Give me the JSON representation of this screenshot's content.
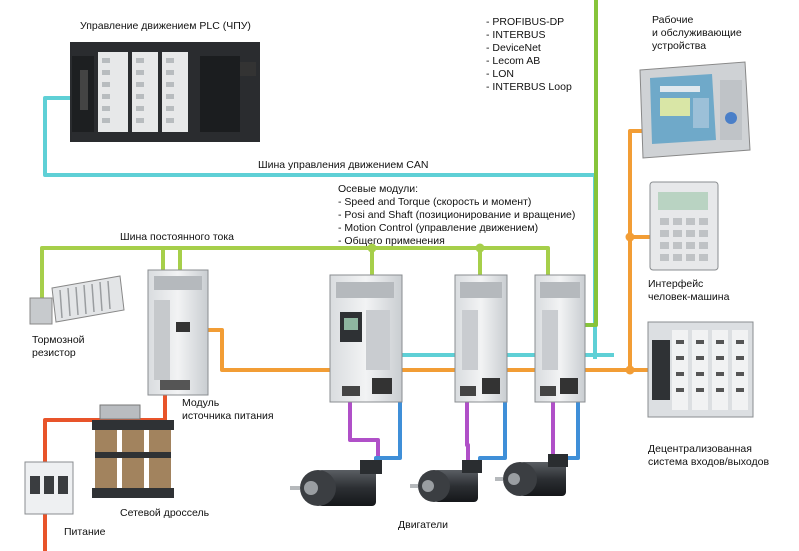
{
  "labels": {
    "plc": "Управление движением PLC (ЧПУ)",
    "fieldbus": [
      "- PROFIBUS-DP",
      "- INTERBUS",
      "- DeviceNet",
      "- Lecom AB",
      "- LON",
      "- INTERBUS Loop"
    ],
    "operator_panel": [
      "Рабочие",
      "и обслуживающие",
      "устройства"
    ],
    "can_bus": "Шина управления движением CAN",
    "axis_modules": [
      "Осевые модули:",
      "- Speed and Torque (скорость и момент)",
      "- Posi and Shaft (позиционирование и вращение)",
      "- Motion Control (управление движением)",
      "- Общего применения"
    ],
    "dc_bus": "Шина постоянного тока",
    "hmi": [
      "Интерфейс",
      "человек-машина"
    ],
    "brake": [
      "Тормозной",
      "резистор"
    ],
    "power_module": [
      "Модуль",
      "источника питания"
    ],
    "dio": [
      "Децентрализованная",
      "система входов/выходов"
    ],
    "choke": "Сетевой дроссель",
    "supply": "Питание",
    "motors": "Двигатели"
  },
  "colors": {
    "can": "#5fd0d6",
    "dc": "#a6cf4a",
    "fieldbus": "#86c43a",
    "system": "#f29d35",
    "supply": "#e8542a",
    "motor_power": "#b050c8",
    "feedback": "#3f8fd8"
  }
}
